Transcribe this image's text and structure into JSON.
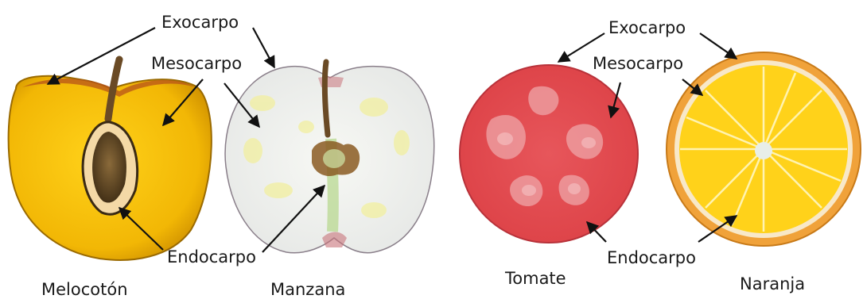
{
  "labels": {
    "left_exocarp": "Exocarpo",
    "left_mesocarp": "Mesocarpo",
    "left_endocarp": "Endocarpo",
    "right_exocarp": "Exocarpo",
    "right_mesocarp": "Mesocarpo",
    "right_endocarp": "Endocarpo"
  },
  "fruits": {
    "peach": "Melocotón",
    "apple": "Manzana",
    "tomato": "Tomate",
    "orange": "Naranja"
  },
  "colors": {
    "peach_flesh": "#f2b705",
    "peach_pit": "#5a4426",
    "apple_flesh": "#eef0ee",
    "tomato": "#e0474c",
    "orange_rind": "#f0a23a",
    "orange_segments": "#ffd21a"
  }
}
